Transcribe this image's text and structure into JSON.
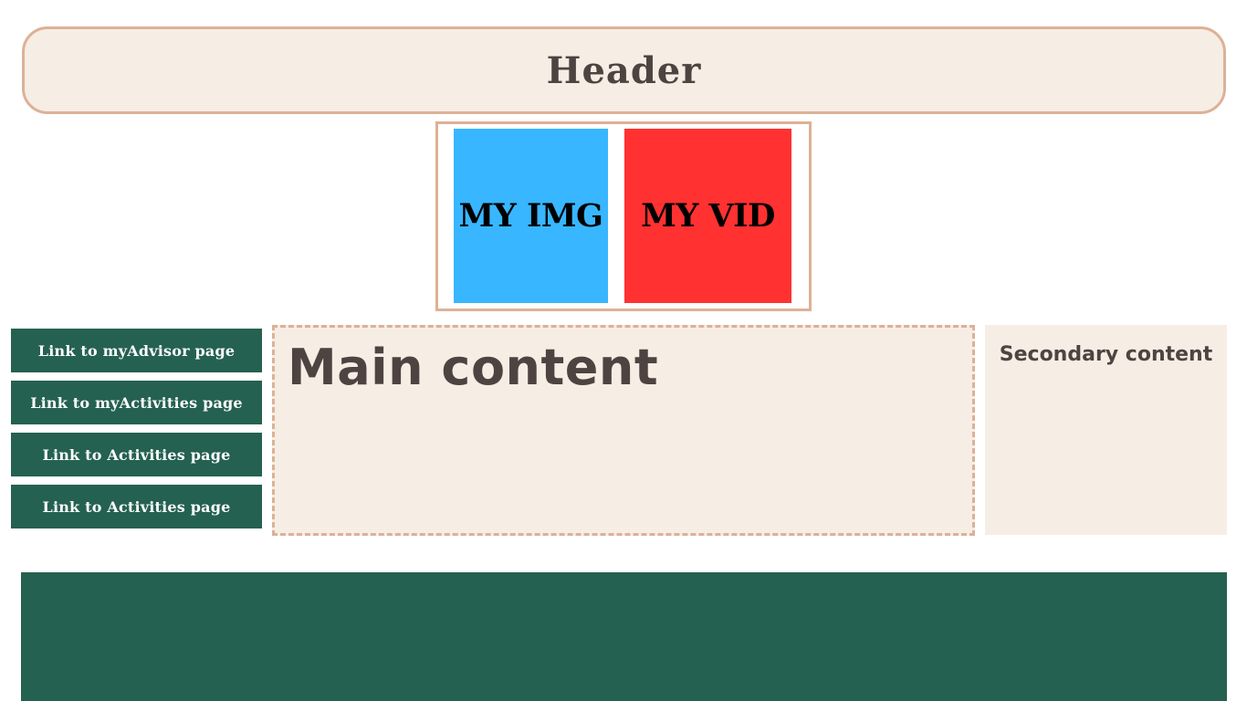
{
  "header": {
    "title": "Header"
  },
  "media": {
    "image_label": "MY IMG",
    "video_label": "MY VID"
  },
  "nav": {
    "items": [
      {
        "label": "Link to myAdvisor page"
      },
      {
        "label": "Link to myActivities page"
      },
      {
        "label": "Link to Activities page"
      },
      {
        "label": "Link to Activities page"
      }
    ]
  },
  "main": {
    "title": "Main content"
  },
  "secondary": {
    "title": "Secondary content"
  },
  "colors": {
    "background": "#ffffff",
    "panel": "#f6ede5",
    "border": "#ddb196",
    "text_dark": "#4f4341",
    "green": "#256150",
    "image_blue": "#38b6ff",
    "video_red": "#ff3131"
  }
}
